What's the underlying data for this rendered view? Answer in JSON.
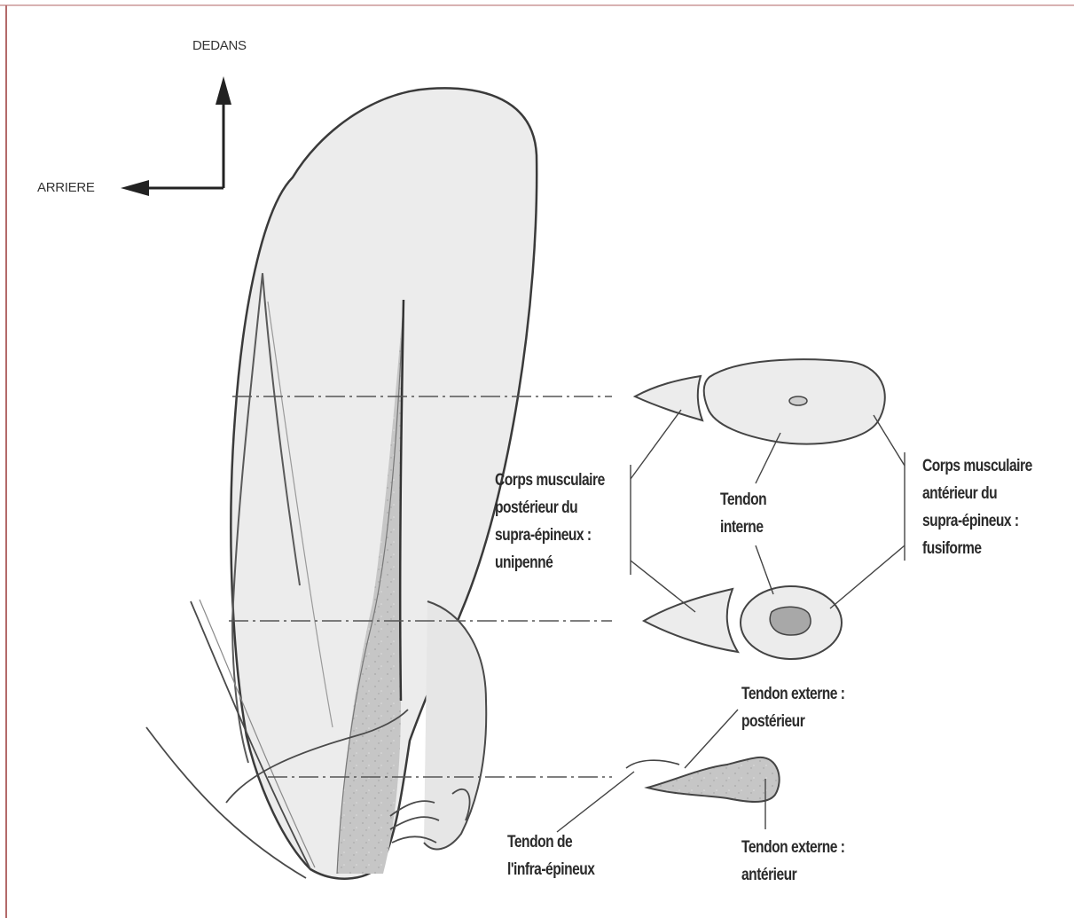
{
  "directions": {
    "up": "DEDANS",
    "left": "ARRIERE"
  },
  "labels": {
    "posterior_body": [
      "Corps musculaire",
      "postérieur du",
      "supra-épineux :",
      "unipenné"
    ],
    "internal_tendon": [
      "Tendon",
      "interne"
    ],
    "anterior_body": [
      "Corps musculaire",
      "antérieur du",
      "supra-épineux :",
      "fusiforme"
    ],
    "external_tendon_posterior": [
      "Tendon externe :",
      "postérieur"
    ],
    "infraspinatus_tendon": [
      "Tendon de",
      "l'infra-épineux"
    ],
    "external_tendon_anterior": [
      "Tendon externe :",
      "antérieur"
    ]
  },
  "colors": {
    "frame_line": "#b36a6a",
    "stroke": "#3a3a3a",
    "muscle_fill": "#ececec",
    "tendon_fill": "#bdbdbd"
  }
}
